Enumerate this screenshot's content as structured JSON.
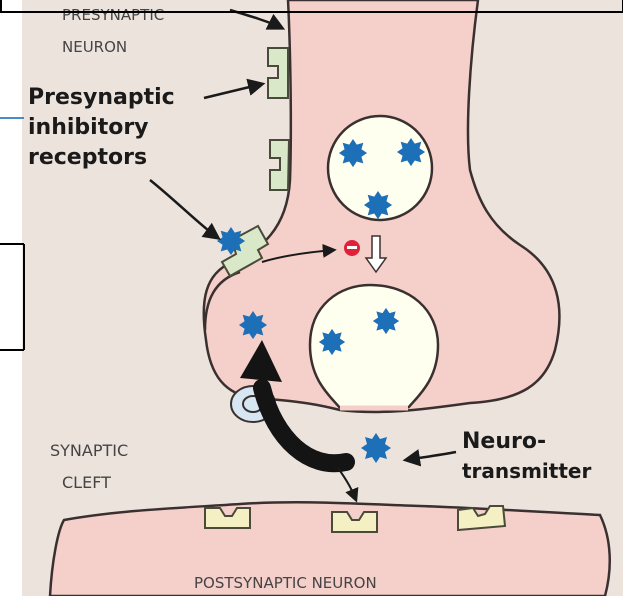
{
  "labels": {
    "presynaptic_neuron_line1": "PRESYNAPTIC",
    "presynaptic_neuron_line2": "NEURON",
    "inhibitory_line1": "Presynaptic",
    "inhibitory_line2": "inhibitory",
    "inhibitory_line3": "receptors",
    "synaptic_cleft_line1": "SYNAPTIC",
    "synaptic_cleft_line2": "CLEFT",
    "neurotransmitter_line1": "Neuro-",
    "neurotransmitter_line2": "transmitter",
    "postsynaptic_neuron": "POSTSYNAPTIC NEURON"
  },
  "colors": {
    "background": "#ece3dd",
    "neuron_fill": "#f5cfc9",
    "neuron_outline": "#3a3030",
    "vesicle_fill": "#fffff0",
    "neurotransmitter": "#1d6fb8",
    "receptor_fill": "#d8e8c8",
    "receptor_outline": "#4a4a3a",
    "postsynaptic_receptor_fill": "#f4f0c4",
    "reuptake_fill": "#d6e6f2",
    "inhibit_symbol": "#e0213a",
    "label_dark": "#1a1a1a",
    "label_light": "#444444"
  }
}
